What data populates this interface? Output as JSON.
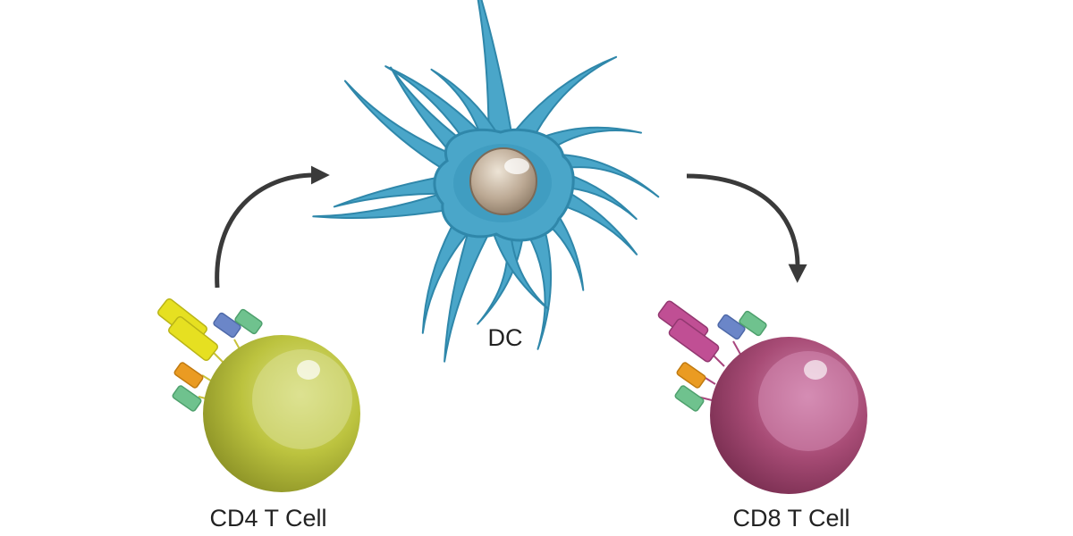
{
  "labels": {
    "dc": "DC",
    "cd4": "CD4 T Cell",
    "cd8": "CD8 T Cell"
  },
  "colors": {
    "background": "#ffffff",
    "arrow": "#3a3a3a",
    "dc_body": "#4aa6c9",
    "dc_outline": "#2f87aa",
    "dc_nucleus": "#b9a58f",
    "cd4_cell": "#b4bb38",
    "cd8_cell": "#a4466e",
    "cd4_receptor": "#e6e021",
    "cd8_receptor": "#c04f94",
    "receptor_blue": "#6b86c8",
    "receptor_green": "#6fc28e",
    "receptor_orange": "#ea9b22"
  },
  "icons": {
    "arrow_left": "curved-arrow-up-right",
    "arrow_right": "curved-arrow-down-right",
    "dc": "dendritic-cell",
    "cd4": "t-cell-with-receptors",
    "cd8": "t-cell-with-receptors"
  }
}
